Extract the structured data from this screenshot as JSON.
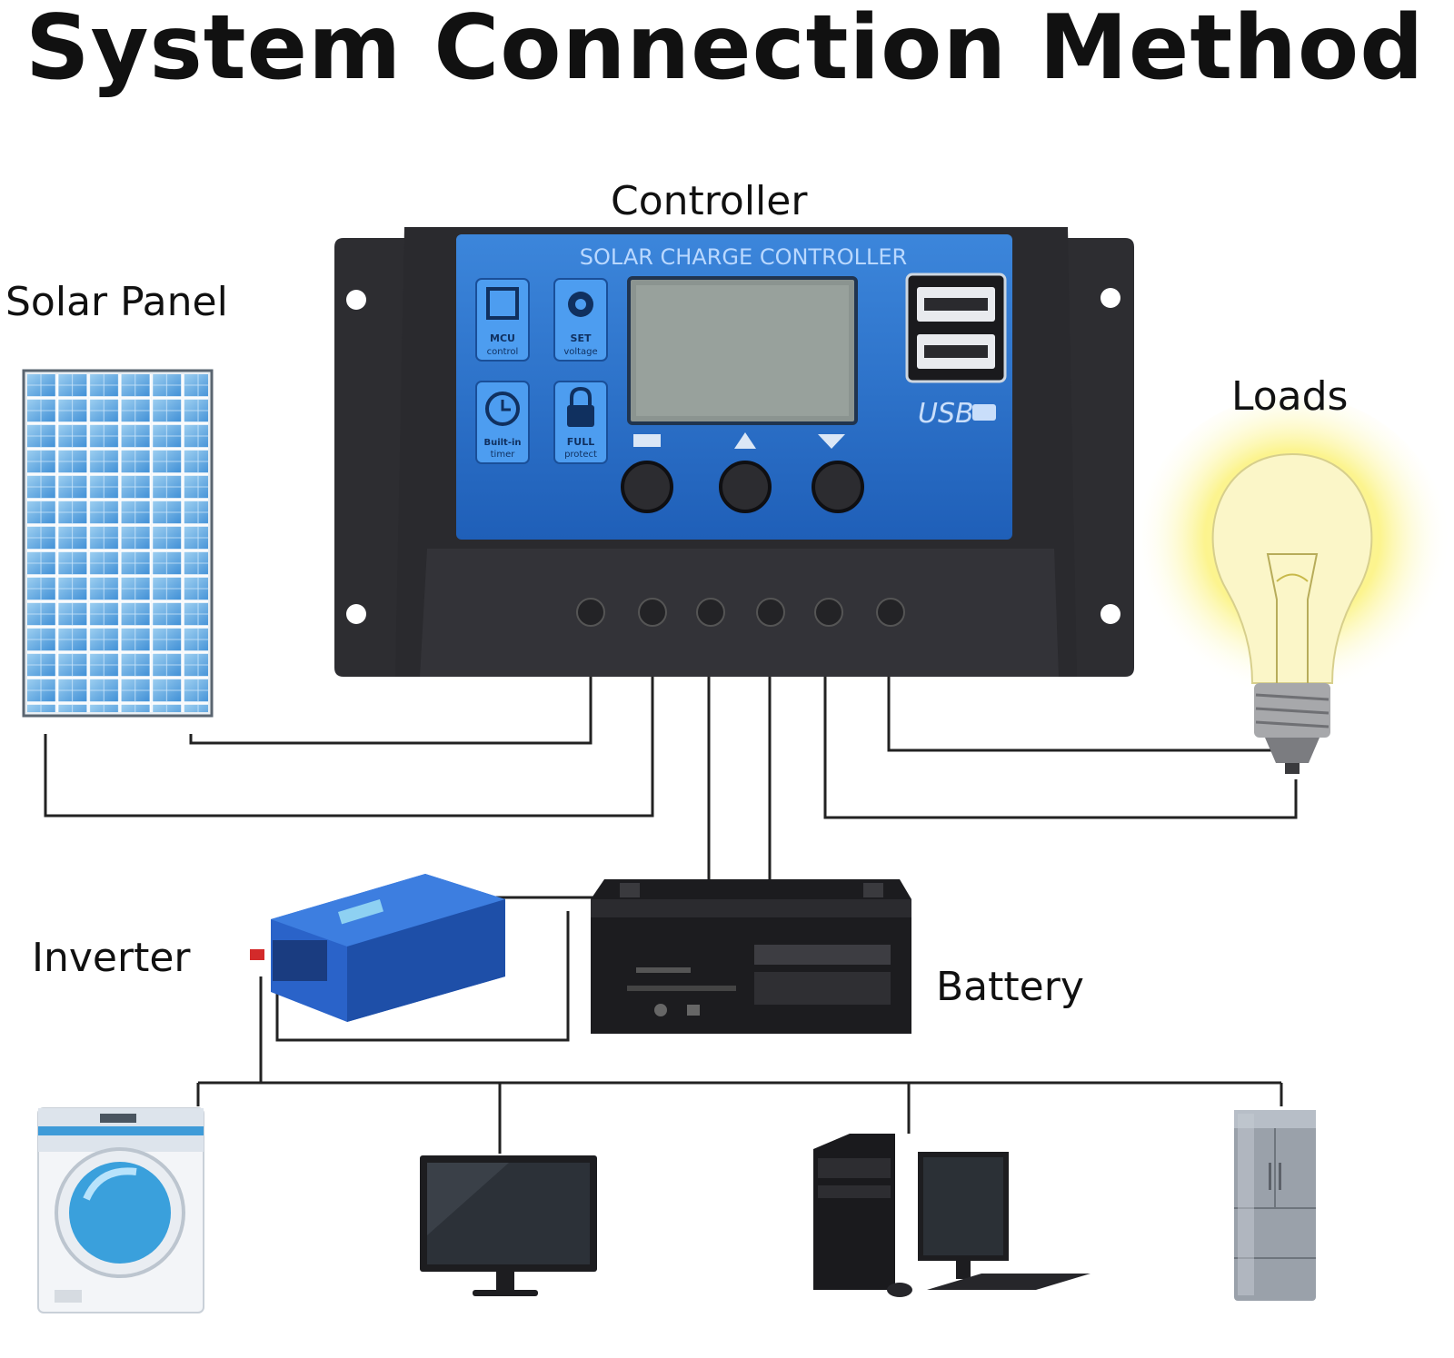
{
  "title": "System Connection Method",
  "labels": {
    "controller": "Controller",
    "solar_panel": "Solar Panel",
    "loads": "Loads",
    "inverter": "Inverter",
    "battery": "Battery"
  },
  "controller": {
    "header": "SOLAR CHARGE CONTROLLER",
    "usb": "USB",
    "features": [
      {
        "icon": "mcu-chip-icon",
        "line1": "MCU",
        "line2": "control"
      },
      {
        "icon": "gear-icon",
        "line1": "SET",
        "line2": "voltage"
      },
      {
        "icon": "clock-icon",
        "line1": "Built-in",
        "line2": "timer"
      },
      {
        "icon": "lock-icon",
        "line1": "FULL",
        "line2": "protect"
      }
    ],
    "buttons": [
      {
        "icon": "menu-return-icon"
      },
      {
        "icon": "up-arrow-icon"
      },
      {
        "icon": "down-arrow-icon"
      }
    ],
    "panel_color": "#2f73c9",
    "body_color": "#2a2a2e"
  },
  "appliances": [
    {
      "icon": "washing-machine-icon"
    },
    {
      "icon": "tv-monitor-icon"
    },
    {
      "icon": "desktop-computer-icon"
    },
    {
      "icon": "refrigerator-icon"
    }
  ]
}
